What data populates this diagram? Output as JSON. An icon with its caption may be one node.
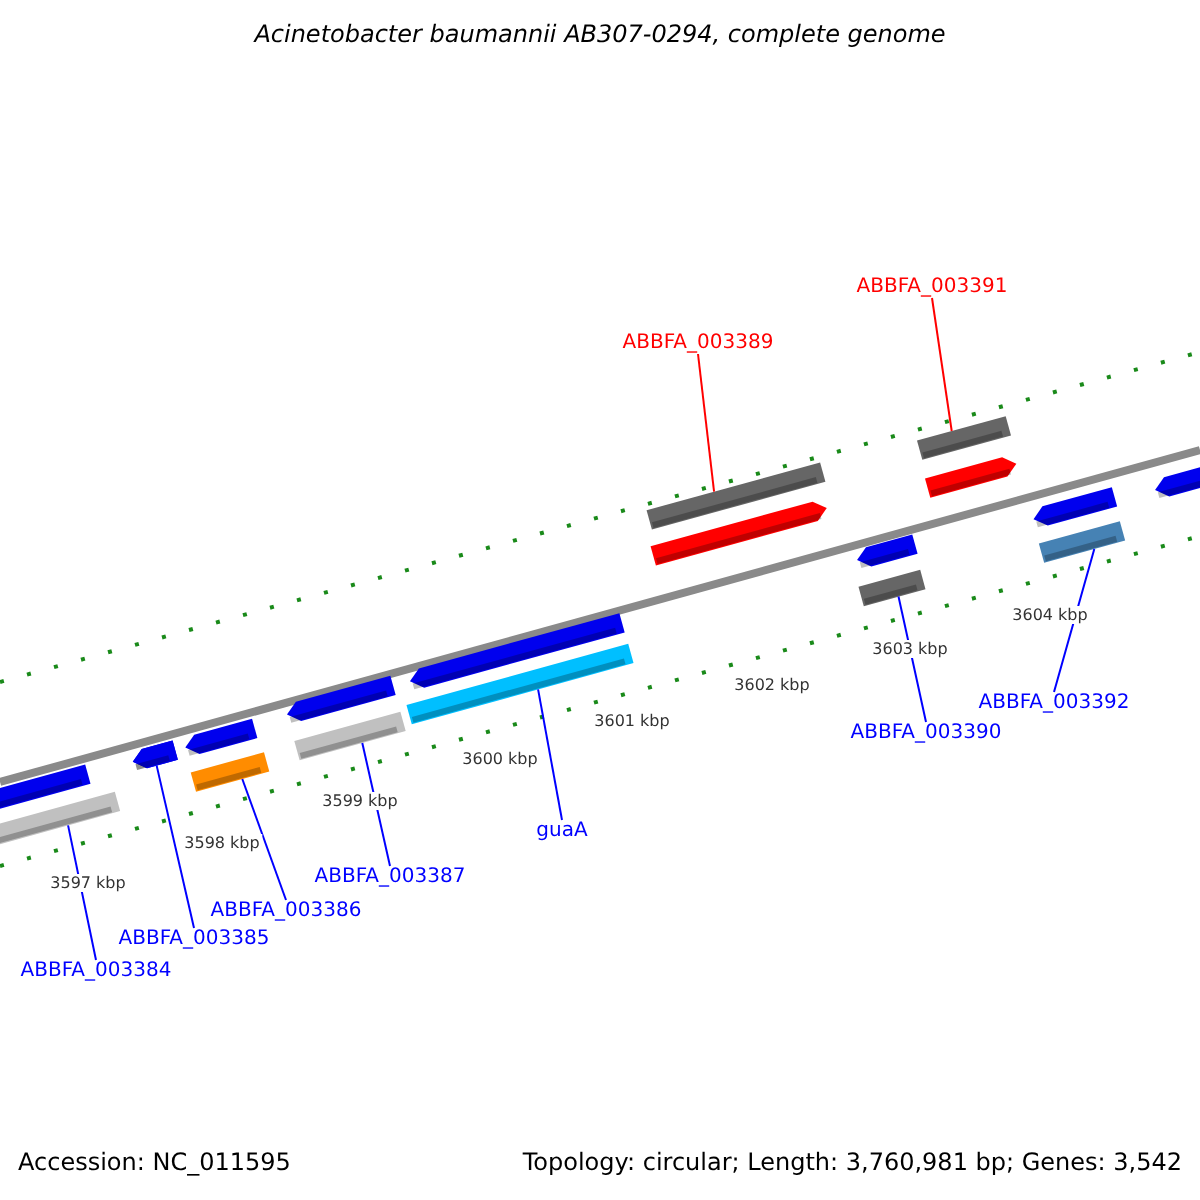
{
  "diagram": {
    "title": "Acinetobacter baumannii AB307-0294, complete genome",
    "nodes": [
      {
        "text": [
          "ABBFA_003391"
        ]
      },
      {
        "text": [
          "ABBFA_003389"
        ]
      },
      {
        "text": [
          "ABBFA_003392"
        ]
      },
      {
        "text": [
          "ABBFA_003390"
        ]
      },
      {
        "text": [
          "guaA"
        ]
      },
      {
        "text": [
          "ABBFA_003387"
        ]
      },
      {
        "text": [
          "ABBFA_003386"
        ]
      },
      {
        "text": [
          "ABBFA_003385"
        ]
      },
      {
        "text": [
          "ABBFA_003384"
        ]
      },
      {
        "text": [],
        "shape": "bar"
      },
      {
        "text": [],
        "shape": "bar"
      },
      {
        "text": [],
        "shape": "bar"
      },
      {
        "text": [],
        "shape": "bar"
      },
      {
        "text": [],
        "shape": "bar"
      },
      {
        "text": [],
        "shape": "bar"
      },
      {
        "text": [],
        "shape": "bar"
      },
      {
        "text": [],
        "shape": "bar"
      },
      {
        "text": [],
        "shape": "bar"
      }
    ],
    "edges": [
      {
        "from": 0,
        "to": 9,
        "arrow": "none",
        "color": "#ff0000"
      },
      {
        "from": 1,
        "to": 10,
        "arrow": "none",
        "color": "#ff0000"
      },
      {
        "from": 2,
        "to": 11,
        "arrow": "none"
      },
      {
        "from": 3,
        "to": 12,
        "arrow": "none"
      },
      {
        "from": 4,
        "to": 13,
        "arrow": "none"
      },
      {
        "from": 5,
        "to": 14,
        "arrow": "none"
      },
      {
        "from": 6,
        "to": 15,
        "arrow": "none"
      },
      {
        "from": 7,
        "to": 16,
        "arrow": "none"
      },
      {
        "from": 8,
        "to": 17,
        "arrow": "none"
      }
    ],
    "labels": [
      "3597 kbp",
      "3598 kbp",
      "3599 kbp",
      "3600 kbp",
      "3601 kbp",
      "3602 kbp",
      "3603 kbp",
      "3604 kbp",
      "Accession: NC_011595",
      "Topology: circular; Length: 3,760,981 bp; Genes: 3,542"
    ]
  }
}
